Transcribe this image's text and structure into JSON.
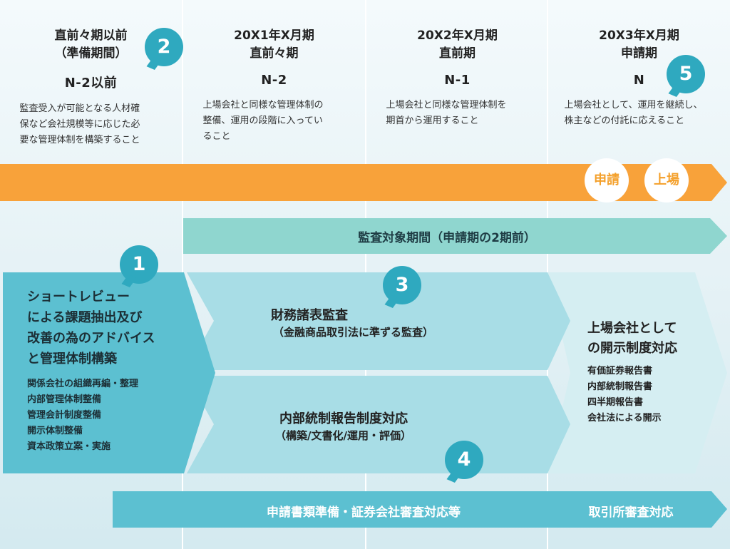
{
  "columns": [
    {
      "title_line1": "直前々期以前",
      "title_line2": "（準備期間）",
      "code": "N-2以前",
      "desc": [
        "監査受入が可能となる人材確",
        "保など会社規模等に応じた必",
        "要な管理体制を構築すること"
      ]
    },
    {
      "title_line1": "20X1年X月期",
      "title_line2": "直前々期",
      "code": "N-2",
      "desc": [
        "上場会社と同様な管理体制の",
        "整備、運用の段階に入ってい",
        "ること"
      ]
    },
    {
      "title_line1": "20X2年X月期",
      "title_line2": "直前期",
      "code": "N-1",
      "desc": [
        "上場会社と同様な管理体制を",
        "期首から運用すること"
      ]
    },
    {
      "title_line1": "20X3年X月期",
      "title_line2": "申請期",
      "code": "N",
      "desc": [
        "上場会社として、運用を継続し、",
        "株主などの付託に応えること"
      ]
    }
  ],
  "timeline": {
    "apply_label": "申請",
    "listing_label": "上場"
  },
  "audit_period": {
    "label": "監査対象期間（申請期の2期前）"
  },
  "steps": {
    "step1": {
      "number": "1",
      "title": [
        "ショートレビュー",
        "による課題抽出及び",
        "改善の為のアドバイス",
        "と管理体制構築"
      ],
      "items": [
        "関係会社の組織再編・整理",
        "内部管理体制整備",
        "管理会計制度整備",
        "開示体制整備",
        "資本政策立案・実施"
      ]
    },
    "step2": {
      "number": "2"
    },
    "step3": {
      "number": "3",
      "title": "財務諸表監査",
      "subtitle": "（金融商品取引法に準ずる監査）"
    },
    "step4": {
      "number": "4",
      "title": "内部統制報告制度対応",
      "subtitle": "（構築/文書化/運用・評価）"
    },
    "step5": {
      "number": "5",
      "title": [
        "上場会社として",
        "の開示制度対応"
      ],
      "items": [
        "有価証券報告書",
        "内部統制報告書",
        "四半期報告書",
        "会社法による開示"
      ]
    }
  },
  "bottom_bar": {
    "left_label": "申請書類準備・証券会社審査対応等",
    "right_label": "取引所審査対応"
  },
  "colors": {
    "orange": "#f8a23a",
    "mint": "#8fd6cf",
    "teal": "#5cc0d1",
    "light_teal": "#a8dde6",
    "pale": "#d5eef2",
    "badge": "#2fa9bf"
  }
}
